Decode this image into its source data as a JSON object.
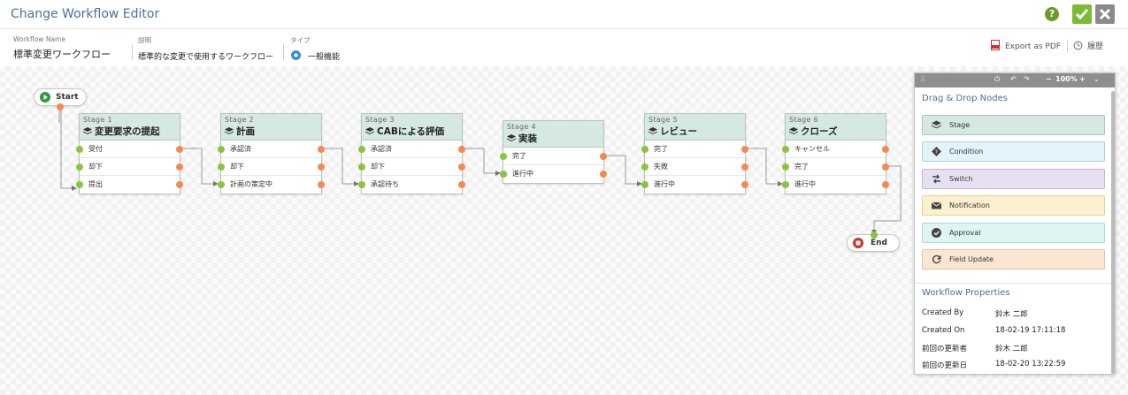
{
  "header": {
    "title": "Change Workflow Editor",
    "help_glyph": "?"
  },
  "meta": {
    "name_label": "Workflow Name",
    "name_value": "標準変更ワークフロー",
    "desc_label": "説明",
    "desc_value": "標準的な変更で使用するワークフロー",
    "type_label": "タイプ",
    "type_value": "一般機能"
  },
  "actions": {
    "export": "Export as PDF",
    "history": "履歴"
  },
  "nodes": {
    "start": "Start",
    "end": "End"
  },
  "stages": [
    {
      "label": "Stage 1",
      "name": "変更要求の提起",
      "rows": [
        "受付",
        "却下",
        "提出"
      ]
    },
    {
      "label": "Stage 2",
      "name": "計画",
      "rows": [
        "承認済",
        "却下",
        "計画の策定中"
      ]
    },
    {
      "label": "Stage 3",
      "name": "CABによる評価",
      "rows": [
        "承認済",
        "却下",
        "承認待ち"
      ]
    },
    {
      "label": "Stage 4",
      "name": "実装",
      "rows": [
        "完了",
        "進行中"
      ]
    },
    {
      "label": "Stage 5",
      "name": "レビュー",
      "rows": [
        "完了",
        "失敗",
        "進行中"
      ]
    },
    {
      "label": "Stage 6",
      "name": "クローズ",
      "rows": [
        "キャンセル",
        "完了",
        "進行中"
      ]
    }
  ],
  "panel": {
    "zoom": "100%",
    "dnd_title": "Drag & Drop Nodes",
    "nodes": [
      {
        "label": "Stage",
        "icon": "layers-icon",
        "bg": "#d5e8e1",
        "border": "#a8c8bb"
      },
      {
        "label": "Condition",
        "icon": "diamond-question-icon",
        "bg": "#e2f3fa",
        "border": "#a9d3e4"
      },
      {
        "label": "Switch",
        "icon": "switch-arrows-icon",
        "bg": "#e7e0f3",
        "border": "#c3b5dd"
      },
      {
        "label": "Notification",
        "icon": "envelope-icon",
        "bg": "#fbf0cf",
        "border": "#e6d28e"
      },
      {
        "label": "Approval",
        "icon": "check-circle-icon",
        "bg": "#def5f2",
        "border": "#a6dcd4"
      },
      {
        "label": "Field Update",
        "icon": "refresh-icon",
        "bg": "#fbe6d4",
        "border": "#e8c29e"
      }
    ],
    "props_title": "Workflow Properties",
    "props": [
      {
        "key": "Created By",
        "value": "鈴木 二郎"
      },
      {
        "key": "Created On",
        "value": "18-02-19 17:11:18"
      },
      {
        "key": "前回の更新者",
        "value": "鈴木 二郎"
      },
      {
        "key": "前回の更新日",
        "value": "18-02-20 13:22:59"
      }
    ]
  },
  "colors": {
    "accent": "#4a6f9e",
    "in_dot": "#8dc43f",
    "out_dot": "#f28a55",
    "ok": "#7dbb35",
    "close": "#8a8a8a"
  }
}
